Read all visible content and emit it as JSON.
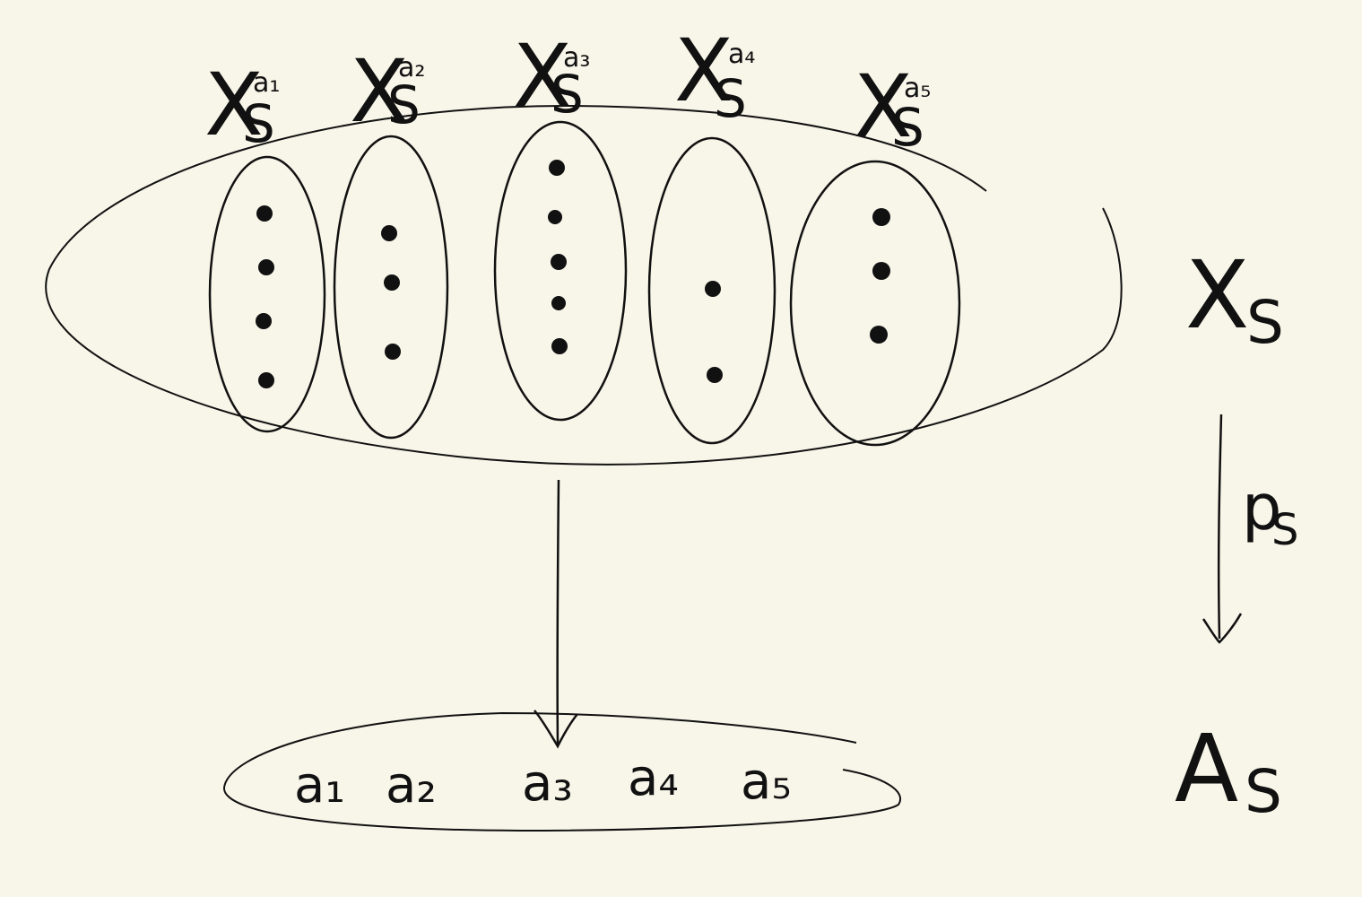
{
  "diagram": {
    "fiber_labels": [
      {
        "base": "X",
        "sub": "S",
        "sup": "a₁"
      },
      {
        "base": "X",
        "sub": "S",
        "sup": "a₂"
      },
      {
        "base": "X",
        "sub": "S",
        "sup": "a₃"
      },
      {
        "base": "X",
        "sub": "S",
        "sup": "a₄"
      },
      {
        "base": "X",
        "sub": "S",
        "sup": "a₅"
      }
    ],
    "fiber_point_counts": [
      4,
      3,
      5,
      2,
      3
    ],
    "base_points": [
      "a₁",
      "a₂",
      "a₃",
      "a₄",
      "a₅"
    ],
    "total_space": {
      "base": "X",
      "sub": "S"
    },
    "map_label": {
      "base": "p",
      "sub": "S"
    },
    "base_space": {
      "base": "A",
      "sub": "S"
    },
    "colors": {
      "background": "#f8f5e9",
      "ink": "#111111"
    }
  }
}
